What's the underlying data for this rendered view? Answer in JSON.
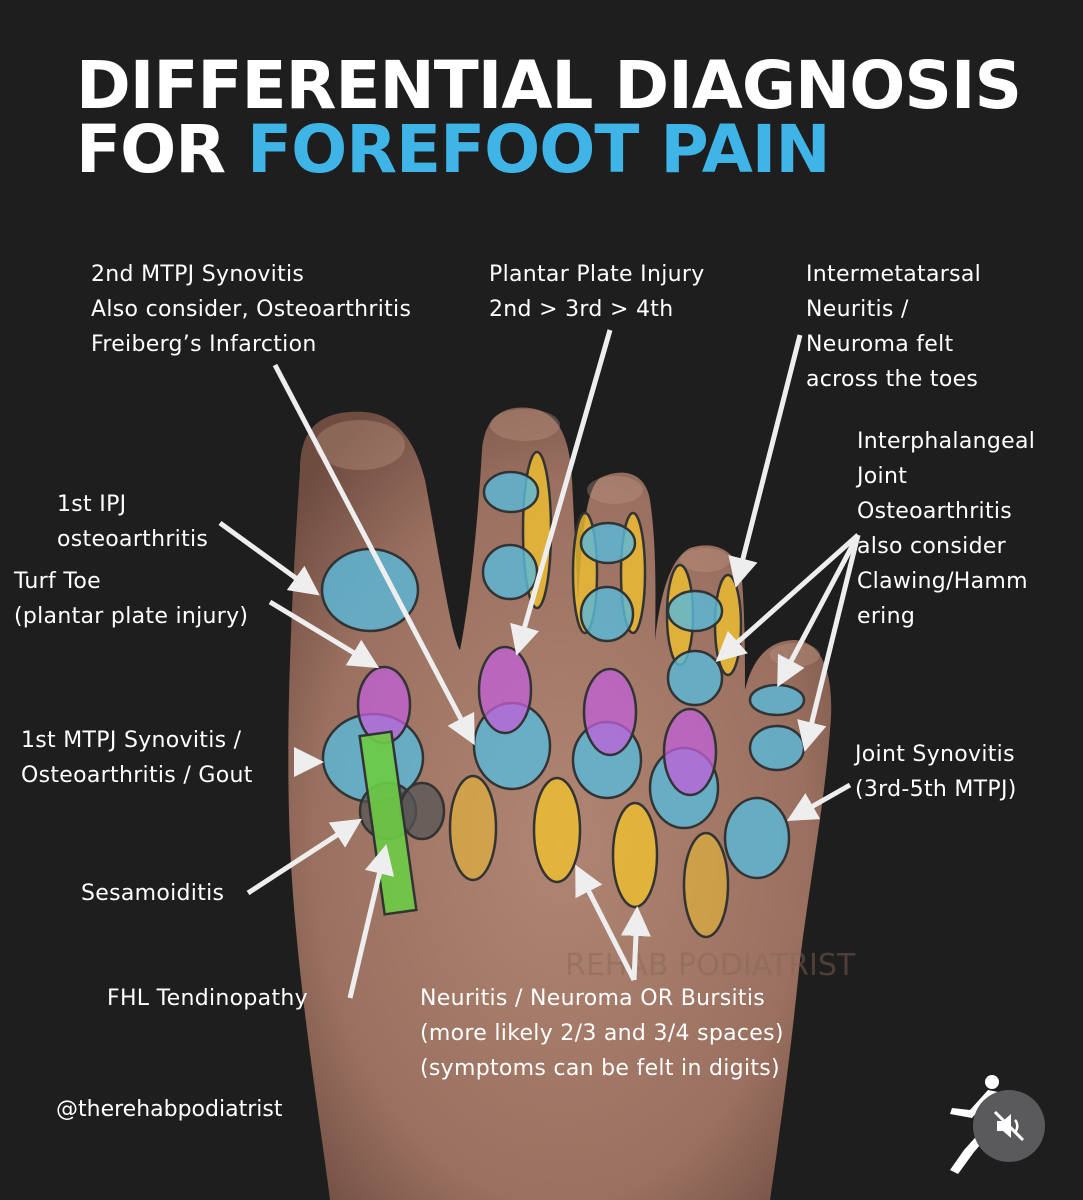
{
  "title": {
    "line1": "DIFFERENTIAL DIAGNOSIS",
    "line2_prefix": "FOR ",
    "line2_accent": "FOREFOOT PAIN"
  },
  "labels": {
    "mtpj2": "2nd MTPJ Synovitis\nAlso consider, Osteoarthritis\nFreiberg’s Infarction",
    "plantar_plate": "Plantar Plate Injury\n2nd > 3rd > 4th",
    "intermetatarsal": "Intermetatarsal\nNeuritis /\nNeuroma felt\nacross the toes",
    "ipj1": "1st IPJ\nosteoarthritis",
    "turf_toe": "Turf Toe\n(plantar plate injury)",
    "interphalangeal": "Interphalangeal\nJoint\nOsteoarthritis\nalso consider\nClawing/Hamm\nering",
    "mtpj1": "1st MTPJ Synovitis /\nOsteoarthritis / Gout",
    "joint_synovitis": "Joint Synovitis\n(3rd-5th MTPJ)",
    "sesamoiditis": "Sesamoiditis",
    "fhl": "FHL Tendinopathy",
    "neuritis": "Neuritis / Neuroma OR Bursitis\n(more likely 2/3 and 3/4 spaces)\n(symptoms can be felt in digits)"
  },
  "handle": "@therehabpodiatrist",
  "watermark": "REHAB PODIATRIST",
  "colors": {
    "background": "#1e1e1f",
    "accent": "#3fb4e6",
    "joint_blue": "#5ab8d8",
    "plantar_plate_yellow": "#f0c030",
    "synovitis_pink": "#c060d8",
    "sesamoid_gray": "#555555",
    "tendon_green": "#6ccc44",
    "skin": "#a87d6c"
  },
  "icons": {
    "mute": "speaker-muted-icon",
    "runner": "runner-logo-icon"
  }
}
